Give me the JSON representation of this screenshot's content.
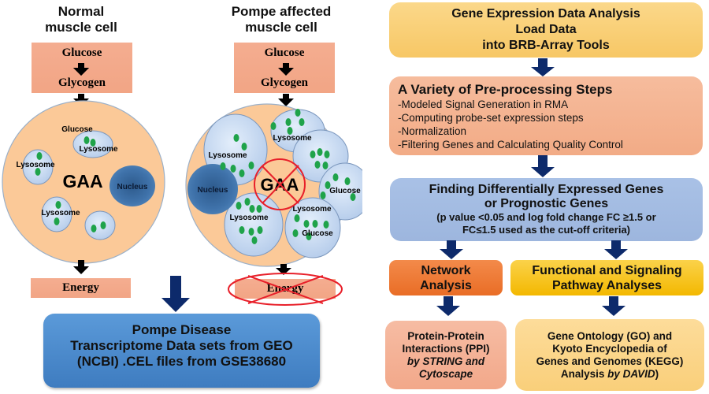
{
  "left_panel": {
    "normal_cell": {
      "title_line1": "Normal",
      "title_line2": "muscle cell",
      "glucose": "Glucose",
      "glycogen": "Glycogen",
      "inner_glucose": "Glucose",
      "lysosomes": [
        "Lysosome",
        "Lysosome",
        "Lysosome"
      ],
      "enzyme": "GAA",
      "nucleus": "Nucleus",
      "energy": "Energy"
    },
    "pompe_cell": {
      "title_line1": "Pompe affected",
      "title_line2": "muscle cell",
      "glucose": "Glucose",
      "glycogen": "Glycogen",
      "lysosomes": [
        "Lysosome",
        "Lysosome",
        "Lysosome",
        "Lysosome"
      ],
      "glucose_labels": [
        "Glucose",
        "Glucose"
      ],
      "enzyme": "GAA",
      "nucleus": "Nucleus",
      "energy": "Energy"
    },
    "dataset_box": {
      "line1": "Pompe Disease",
      "line2": "Transcriptome Data sets from GEO",
      "line3": "(NCBI) .CEL files from GSE38680"
    }
  },
  "workflow": {
    "step1": {
      "line1": "Gene Expression Data Analysis",
      "line2": "Load Data",
      "line3": "into BRB-Array Tools"
    },
    "step2": {
      "title": "A Variety of Pre-processing Steps",
      "items": [
        "-Modeled Signal Generation in RMA",
        "-Computing probe-set expression steps",
        "-Normalization",
        "-Filtering Genes and Calculating Quality Control"
      ]
    },
    "step3": {
      "line1": "Finding Differentially Expressed Genes",
      "line2": "or Prognostic Genes",
      "line3": "(p value <0.05 and log fold change FC ≥1.5 or",
      "line4": "FC≤1.5 used as the cut-off criteria)"
    },
    "network": {
      "line1": "Network",
      "line2": "Analysis"
    },
    "functional": {
      "line1": "Functional and Signaling",
      "line2": "Pathway Analyses"
    },
    "ppi": {
      "line1": "Protein-Protein",
      "line2": "Interactions (PPI)",
      "line3": "by STRING and",
      "line4": "Cytoscape"
    },
    "go_kegg": {
      "line1": "Gene Ontology (GO) and",
      "line2": "Kyoto Encyclopedia of",
      "line3": "Genes and Genomes (KEGG)",
      "line4a": "Analysis ",
      "line4b": "by DAVID",
      "line4c": ")"
    }
  },
  "colors": {
    "navy_arrow": "#0d2a6b",
    "cell_fill": "#fbc998",
    "lysosome_fill": "#c6daf2",
    "granule": "#1fa34a",
    "nucleus": "#3c6ea5",
    "cross_red": "#e8202a",
    "yellow_box": "#fad27a",
    "peach_box": "#f4b28f",
    "blue_box": "#a4bde3",
    "orange_box": "#ef7f3a",
    "gold_box": "#f7c51a",
    "dataset_blue": "#4e8fd4"
  }
}
